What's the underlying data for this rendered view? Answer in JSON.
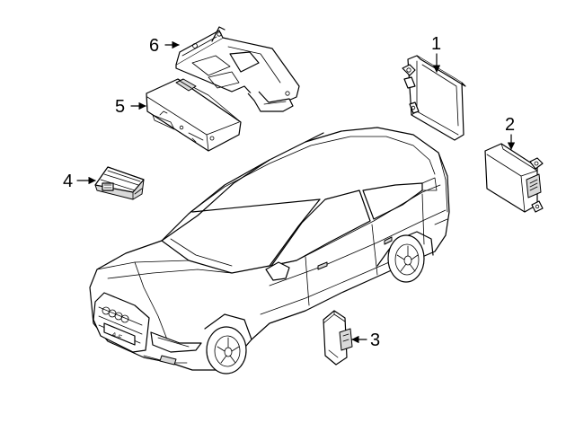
{
  "diagram": {
    "parts": [
      {
        "callout": "1",
        "icon": "radar-sensor-module-icon"
      },
      {
        "callout": "2",
        "icon": "radar-sensor-module-icon"
      },
      {
        "callout": "3",
        "icon": "side-sensor-icon"
      },
      {
        "callout": "4",
        "icon": "small-control-module-icon"
      },
      {
        "callout": "5",
        "icon": "control-module-icon"
      },
      {
        "callout": "6",
        "icon": "mounting-bracket-icon"
      }
    ],
    "vehicle": {
      "icon": "sedan-car-icon"
    }
  }
}
